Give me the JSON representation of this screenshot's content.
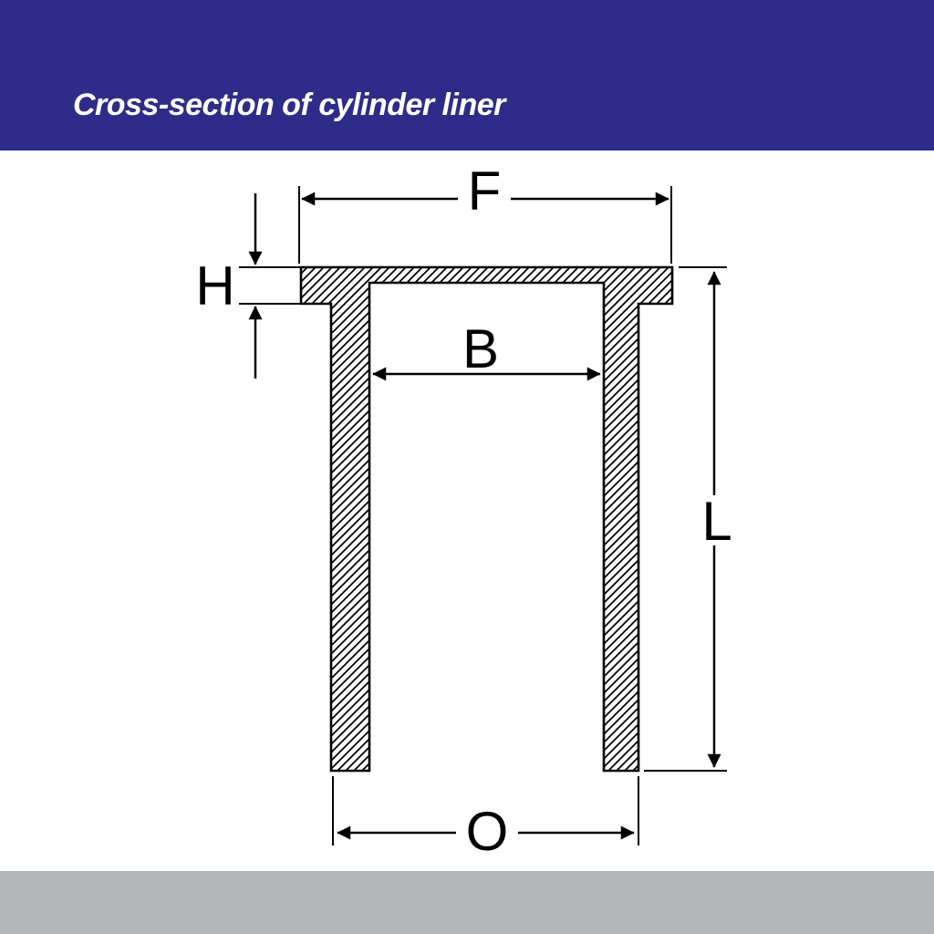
{
  "header": {
    "title": "Cross-section of cylinder liner"
  },
  "diagram": {
    "labels": {
      "F": "F",
      "H": "H",
      "B": "B",
      "L": "L",
      "O": "O"
    }
  },
  "colors": {
    "header_background": "#2e2c88",
    "footer_background": "#b3b4b6",
    "title_text": "#ffffff",
    "diagram_line": "#000000",
    "page_background": "#ffffff"
  }
}
